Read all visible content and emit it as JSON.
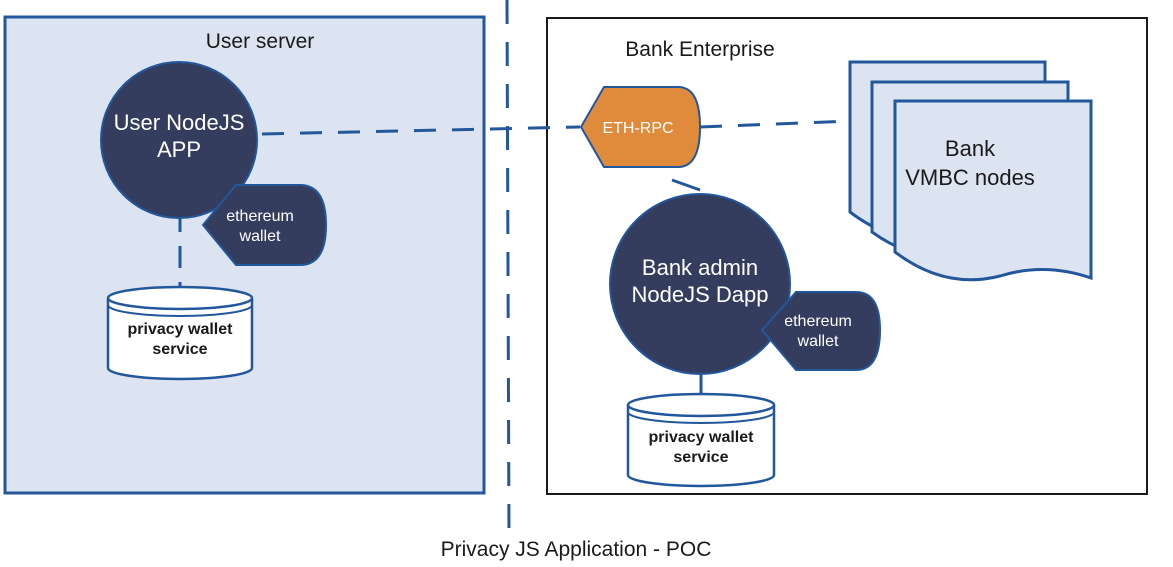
{
  "diagram": {
    "caption": "Privacy JS Application - POC",
    "user_server": {
      "title": "User server",
      "app": {
        "line1": "User NodeJS",
        "line2": "APP"
      },
      "wallet": {
        "line1": "ethereum",
        "line2": "wallet"
      },
      "privacy_service": {
        "line1": "privacy wallet",
        "line2": "service"
      }
    },
    "bank_enterprise": {
      "title": "Bank Enterprise",
      "eth_rpc": "ETH-RPC",
      "nodes": {
        "line1": "Bank",
        "line2": "VMBC nodes"
      },
      "admin_app": {
        "line1": "Bank admin",
        "line2": "NodeJS Dapp"
      },
      "wallet": {
        "line1": "ethereum",
        "line2": "wallet"
      },
      "privacy_service": {
        "line1": "privacy wallet",
        "line2": "service"
      }
    }
  },
  "colors": {
    "navy": "#343d5e",
    "blue_stroke": "#23579b",
    "light_blue_fill": "#dbe4f0",
    "orange": "#e08a3c",
    "box_border": "#1a1a1a"
  }
}
